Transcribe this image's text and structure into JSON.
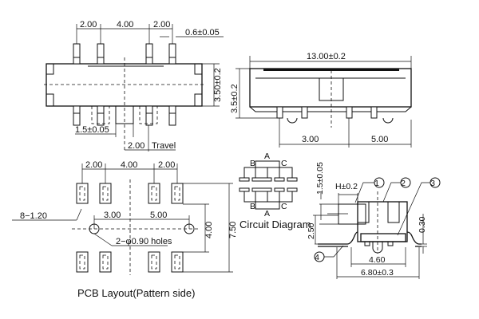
{
  "top_view": {
    "dim_pitch_left": "2.00",
    "dim_pitch_center": "4.00",
    "dim_pitch_right": "2.00",
    "dim_pin_width": "0.6±0.05",
    "dim_body_height": "3.50±0.2",
    "dim_pin_length": "1.5±0.05",
    "dim_travel": "2.00",
    "travel_label": "Travel"
  },
  "front_view": {
    "dim_length": "13.00±0.2",
    "dim_height": "3.5±0.2",
    "dim_left": "3.00",
    "dim_right": "5.00"
  },
  "pcb_layout": {
    "dim_pitch_left": "2.00",
    "dim_pitch_center": "4.00",
    "dim_pitch_right": "2.00",
    "dim_pads": "8−1.20",
    "dim_hole_left": "3.00",
    "dim_hole_right": "5.00",
    "dim_holes": "2−φ0.90 holes",
    "dim_row_spacing": "4.00",
    "dim_overall": "7.50",
    "title": "PCB Layout(Pattern side)"
  },
  "circuit": {
    "label_a_top": "A",
    "label_b_top": "B",
    "label_c_top": "C",
    "label_a_bottom": "A",
    "label_b_bottom": "B",
    "label_c_bottom": "C",
    "title": "Circuit Diagram"
  },
  "side_view": {
    "dim_pin": "1.5±0.05",
    "dim_h": "H±0.2",
    "callout_1": "1",
    "callout_2": "2",
    "callout_3": "3",
    "callout_4": "4",
    "dim_height": "2.50",
    "dim_thickness": "0.30",
    "dim_inner": "4.60",
    "dim_overall": "6.80±0.3"
  }
}
